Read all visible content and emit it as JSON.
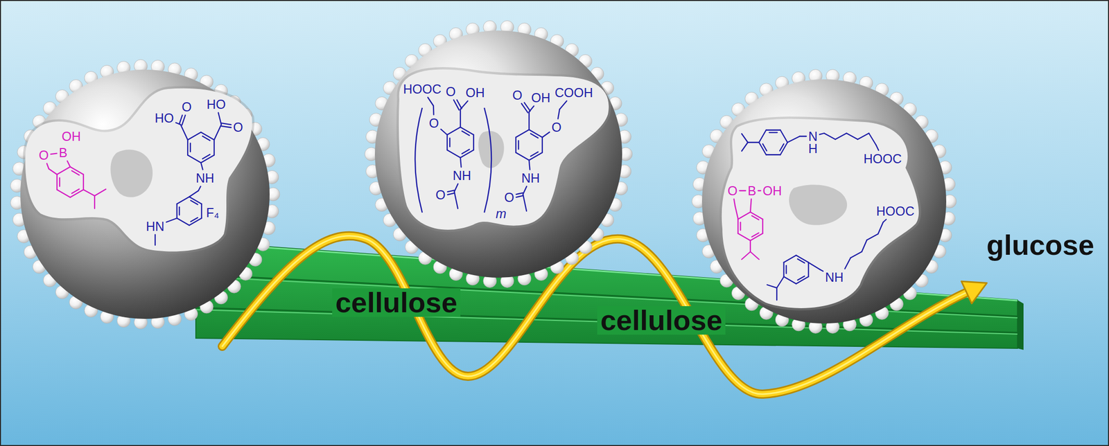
{
  "diagram": {
    "nodes": [
      {
        "text": [
          "OH",
          "O",
          "B",
          "HO",
          "O",
          "HO",
          "O",
          "NH",
          "F₄",
          "HN"
        ]
      },
      {
        "text": [
          "HOOC",
          "O",
          "O",
          "OH",
          "NH",
          "O",
          "m",
          "O",
          "OH",
          "O",
          "COOH",
          "NH",
          "O"
        ]
      },
      {
        "text": [
          "N",
          "H",
          "HOOC",
          "O",
          "B",
          "OH",
          "HOOC",
          "NH"
        ]
      },
      {
        "text": [
          "cellulose",
          "cellulose"
        ]
      }
    ],
    "labels": [
      "glucose"
    ]
  }
}
